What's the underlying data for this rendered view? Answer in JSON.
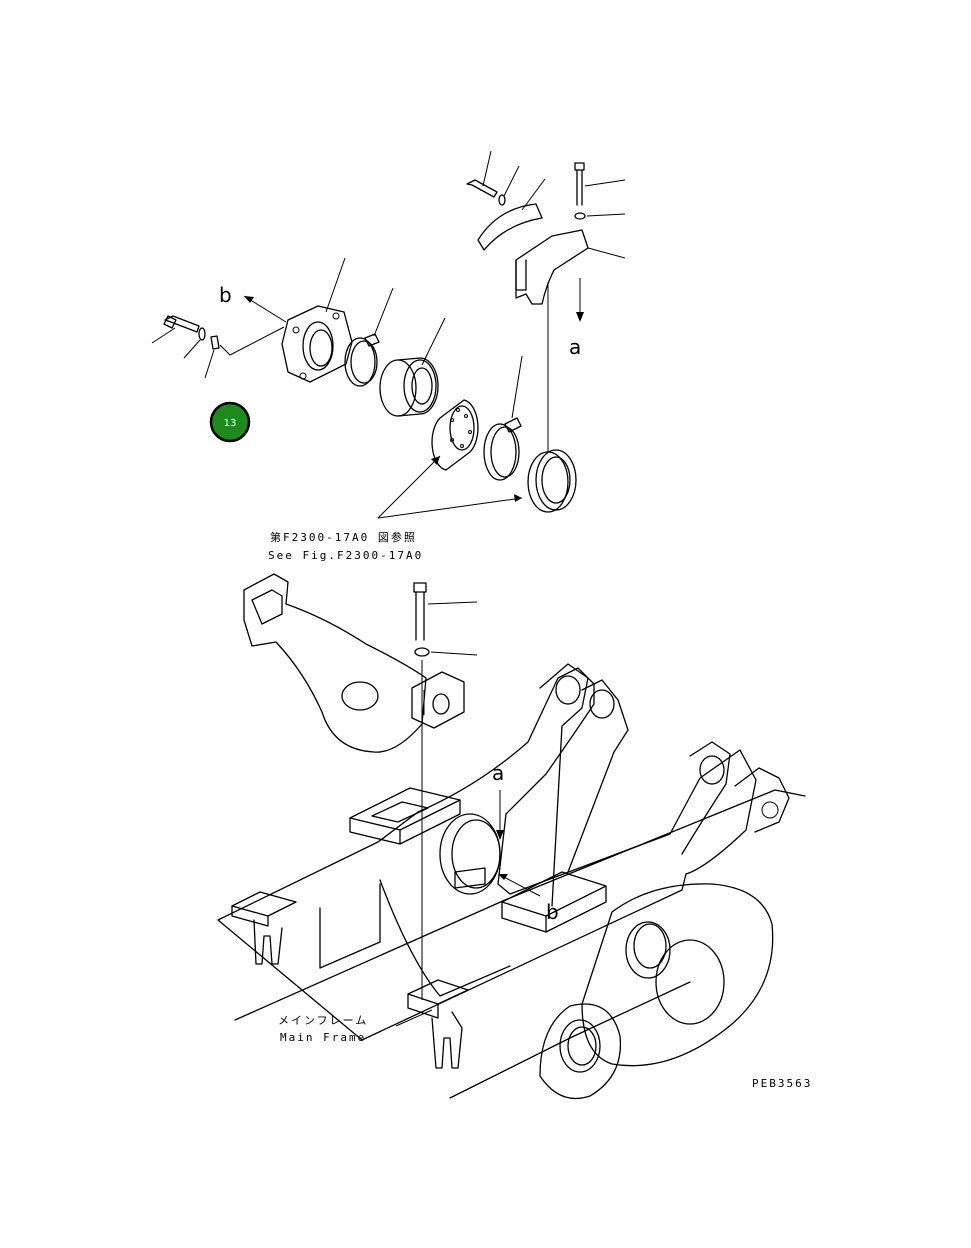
{
  "labels": {
    "a_top": "a",
    "b_top": "b",
    "a_bottom": "a",
    "b_bottom": "b"
  },
  "reference_note": {
    "jp": "第F2300-17A0 図参照",
    "en": "See Fig.F2300-17A0"
  },
  "main_frame": {
    "jp": "メインフレーム",
    "en": "Main Frame"
  },
  "drawing_code": "PEB3563",
  "callout": {
    "number": "13",
    "fill": "#1e8a1e",
    "stroke": "#000000"
  }
}
